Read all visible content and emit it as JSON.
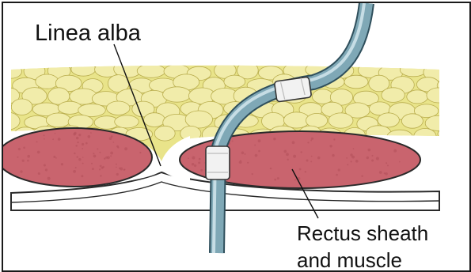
{
  "labels": {
    "linea_alba": "Linea alba",
    "rectus_line1": "Rectus sheath",
    "rectus_line2": "and muscle"
  },
  "colors": {
    "fat": "#e9e48a",
    "fat_lobule": "#f1ecaa",
    "fat_outline": "#b9ad4e",
    "muscle": "#c9646e",
    "muscle_dark": "#b14f5a",
    "sheath": "#ffffff",
    "tube": "#7fa8b6",
    "tube_highlight": "#b7d2dc",
    "tube_outline": "#2f4f5c",
    "clip": "#f2f2f2",
    "border": "#1a1a1a"
  },
  "icons": {
    "catheter": "drain-tube-icon",
    "clip": "tube-clip-icon"
  }
}
